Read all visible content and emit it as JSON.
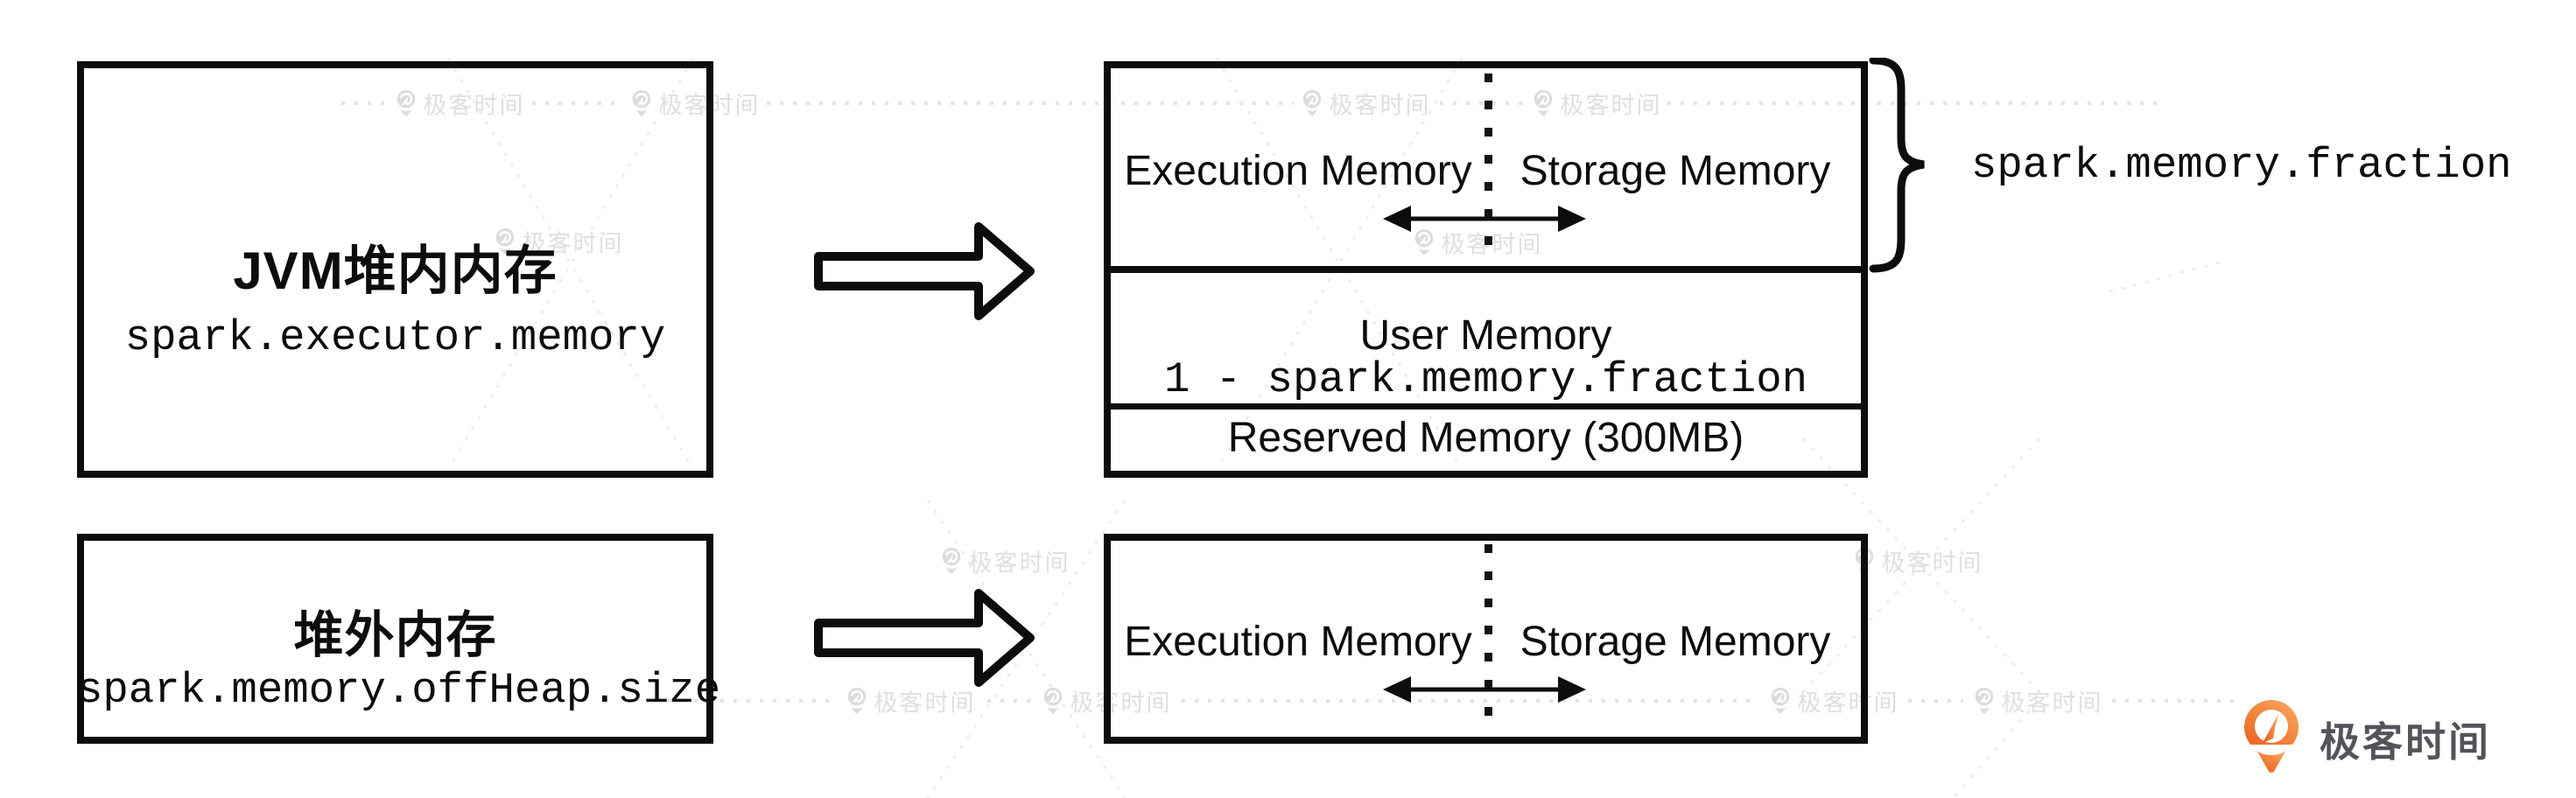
{
  "heap": {
    "title": "JVM堆内内存",
    "code": "spark.executor.memory"
  },
  "heap_regions": {
    "execution": "Execution Memory",
    "storage": "Storage Memory",
    "user_title": "User Memory",
    "user_code": "1 - spark.memory.fraction",
    "reserved": "Reserved Memory (300MB)",
    "fraction_label": "spark.memory.fraction"
  },
  "offheap": {
    "title": "堆外内存",
    "code": "spark.memory.offHeap.size"
  },
  "offheap_regions": {
    "execution": "Execution Memory",
    "storage": "Storage Memory"
  },
  "branding": {
    "name": "极客时间",
    "accent_color": "#ED6A1C",
    "text_color": "#55535A"
  },
  "watermark": {
    "text": "极客时间"
  }
}
